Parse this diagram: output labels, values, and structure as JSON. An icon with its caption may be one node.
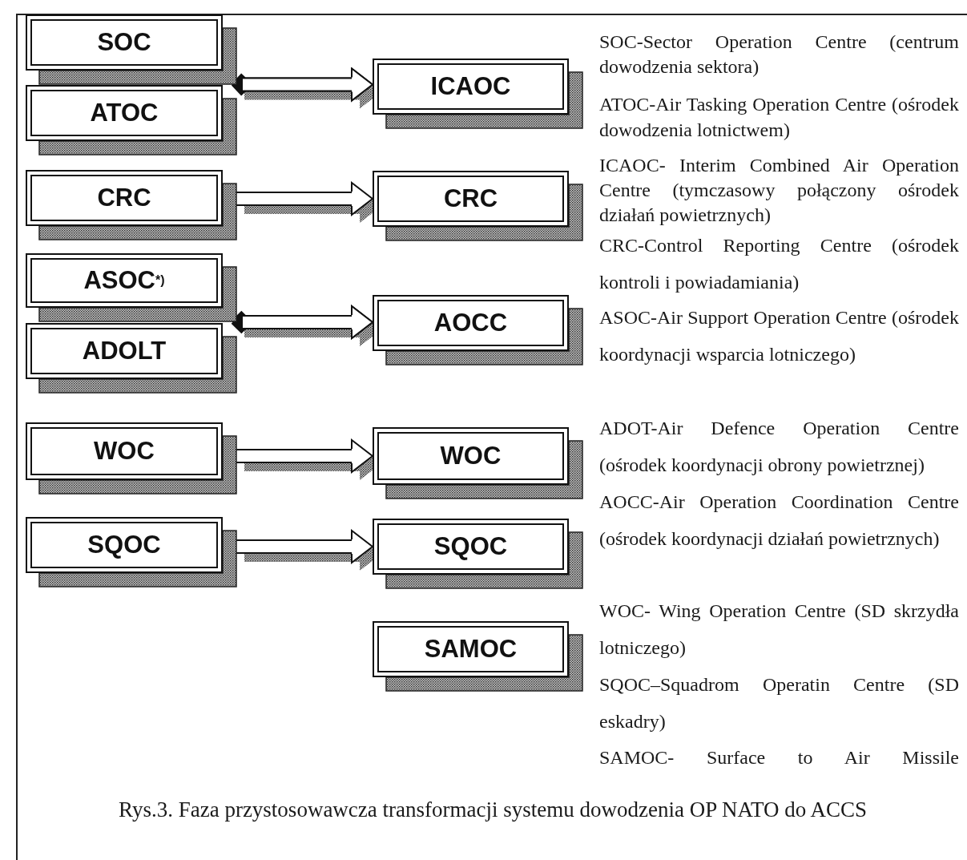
{
  "diagram": {
    "caption": "Rys.3. Faza przystosowawcza transformacji systemu dowodzenia OP NATO  do ACCS",
    "nodes": [
      {
        "text": [
          "SOC"
        ]
      },
      {
        "text": [
          "ATOC"
        ]
      },
      {
        "text": [
          "ICAOC"
        ]
      },
      {
        "text": [
          "CRC"
        ]
      },
      {
        "text": [
          "CRC"
        ]
      },
      {
        "text": [
          "ASOC$^{*)}$"
        ]
      },
      {
        "text": [
          "ADOLT"
        ]
      },
      {
        "text": [
          "AOCC"
        ]
      },
      {
        "text": [
          "WOC"
        ]
      },
      {
        "text": [
          "WOC"
        ]
      },
      {
        "text": [
          "SQOC"
        ]
      },
      {
        "text": [
          "SQOC"
        ]
      },
      {
        "text": [
          "SAMOC"
        ]
      }
    ],
    "edges": [
      {
        "from": 0,
        "to": 2,
        "arrow": "to"
      },
      {
        "from": 1,
        "to": 2,
        "arrow": "to"
      },
      {
        "from": 3,
        "to": 4,
        "arrow": "to"
      },
      {
        "from": 5,
        "to": 7,
        "arrow": "to"
      },
      {
        "from": 6,
        "to": 7,
        "arrow": "to"
      },
      {
        "from": 8,
        "to": 9,
        "arrow": "to"
      },
      {
        "from": 10,
        "to": 11,
        "arrow": "to"
      }
    ],
    "labels": [
      "SOC-Sector Operation Centre (centrum dowodzenia sektora)",
      "ATOC-Air Tasking Operation Centre (ośrodek dowodzenia lotnictwem)",
      "ICAOC- Interim Combined Air Operation Centre (tymczasowy połączony ośrodek działań powietrznych)",
      "CRC-Control Reporting Centre (ośrodek kontroli i powiadamiania)",
      "ASOC-Air Support Operation Centre (ośrodek koordynacji wsparcia lotniczego)",
      "ADOT-Air Defence Operation Centre (ośrodek koordynacji obrony powietrznej)",
      "AOCC-Air Operation Coordination Centre (ośrodek koordynacji działań powietrznych)",
      "WOC- Wing Operation Centre (SD skrzydła lotniczego)",
      "SQOC–Squadrom Operatin Centre (SD eskadry)",
      "SAMOC- Surface to Air Missile"
    ]
  }
}
